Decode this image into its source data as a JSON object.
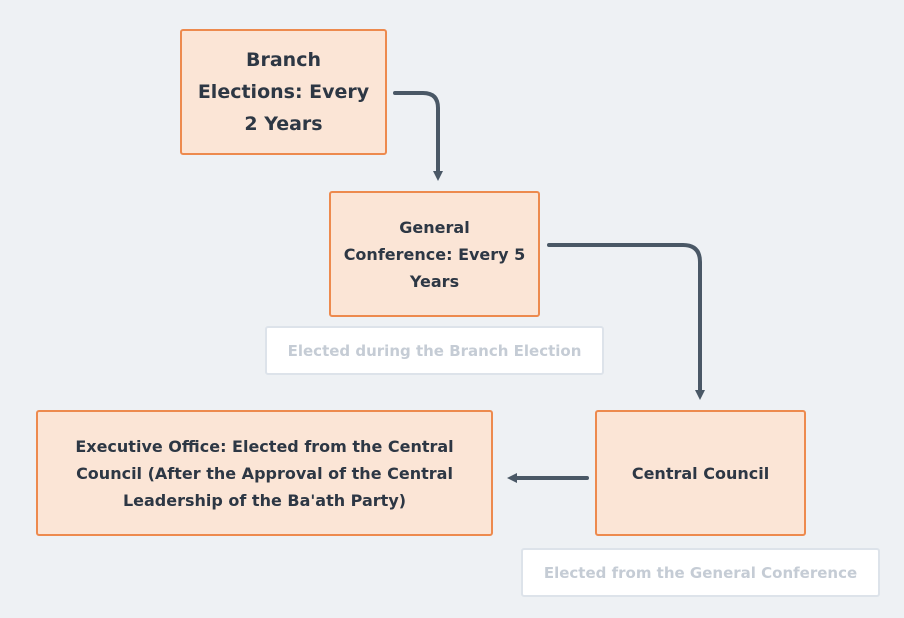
{
  "nodes": {
    "branch": "Branch Elections: Every 2 Years",
    "general": "General Conference: Every 5 Years",
    "central": "Central Council",
    "executive": "Executive Office: Elected from the Central Council (After the Approval of the Central Leadership of the Ba'ath Party)"
  },
  "notes": {
    "branch_note": "Elected during the Branch Election",
    "general_note": "Elected from the General Conference"
  },
  "colors": {
    "node_fill": "#fbe5d6",
    "node_border": "#ed8a4e",
    "arrow": "#4a5866",
    "note_text": "#c5ccd5"
  }
}
